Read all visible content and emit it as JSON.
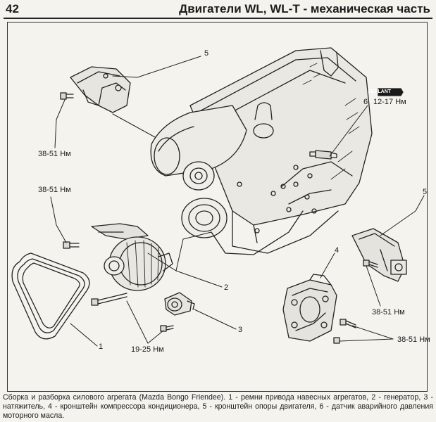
{
  "header": {
    "page_number": "42",
    "title": "Двигатели WL, WL-T - механическая часть"
  },
  "figure": {
    "callouts": {
      "n1": "1",
      "n2": "2",
      "n3": "3",
      "n4": "4",
      "n5_top": "5",
      "n5_right": "5",
      "n6": "6"
    },
    "torques": {
      "t_38_51_top": "38-51 Нм",
      "t_38_51_left": "38-51 Нм",
      "t_38_51_right": "38-51 Нм",
      "t_38_51_bottom": "38-51 Нм",
      "t_19_25": "19-25 Нм",
      "t_12_17": "12-17 Нм"
    },
    "sealant_label": "SEALANT"
  },
  "caption": "Сборка и разборка силового агрегата (Mazda Bongo Friendee). 1 - ремни привода навесных агрегатов, 2 - генератор, 3 - натяжитель, 4 - кронштейн компрессора кондиционера, 5 - кронштейн опоры двигателя, 6 - датчик аварийного давления моторного масла."
}
